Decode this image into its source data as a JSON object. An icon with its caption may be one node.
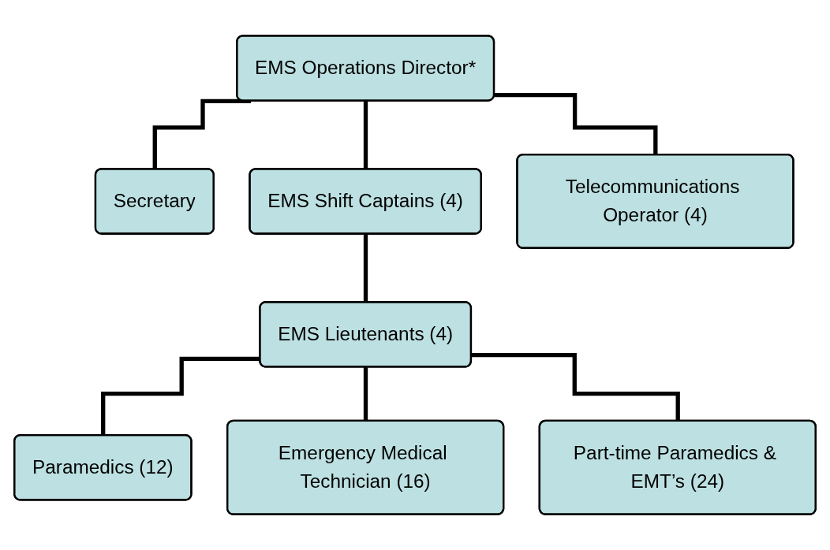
{
  "diagram": {
    "nodes": [
      {
        "text": [
          "EMS Operations Director*"
        ]
      },
      {
        "text": [
          "Secretary"
        ]
      },
      {
        "text": [
          "EMS Shift Captains (4)"
        ]
      },
      {
        "text": [
          "Telecommunications Operator (4)"
        ]
      },
      {
        "text": [
          "EMS Lieutenants (4)"
        ]
      },
      {
        "text": [
          "Paramedics (12)"
        ]
      },
      {
        "text": [
          "Emergency Medical Technician (16)"
        ]
      },
      {
        "text": [
          "Part-time Paramedics & EMT’s (24)"
        ]
      }
    ],
    "edges": [
      {
        "from": 0,
        "to": 1,
        "arrow": "none"
      },
      {
        "from": 0,
        "to": 2,
        "arrow": "none"
      },
      {
        "from": 0,
        "to": 3,
        "arrow": "none"
      },
      {
        "from": 2,
        "to": 4,
        "arrow": "none"
      },
      {
        "from": 4,
        "to": 5,
        "arrow": "none"
      },
      {
        "from": 4,
        "to": 6,
        "arrow": "none"
      },
      {
        "from": 4,
        "to": 7,
        "arrow": "none"
      }
    ]
  }
}
